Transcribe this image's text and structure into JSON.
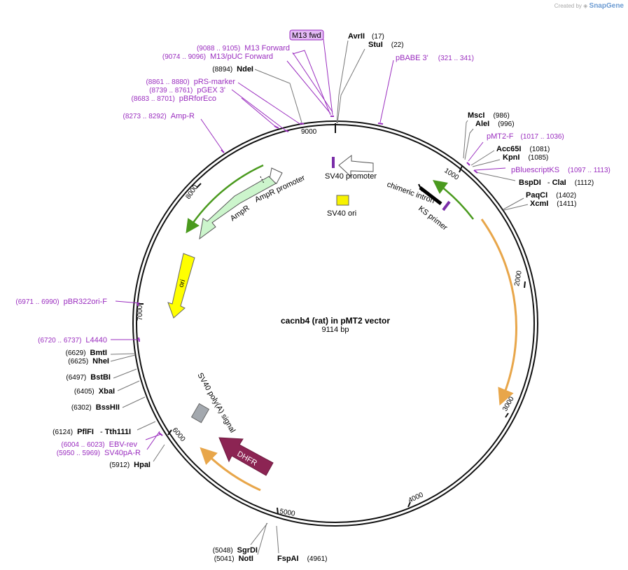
{
  "watermark": {
    "prefix": "Created by",
    "brand": "SnapGene"
  },
  "title": "cacnb4 (rat) in pMT2 vector",
  "length_label": "9114 bp",
  "total_bp": 9114,
  "ticks": [
    "1000",
    "2000",
    "3000",
    "4000",
    "5000",
    "6000",
    "7000",
    "8000",
    "9000"
  ],
  "enzymes": [
    {
      "name": "AvrII",
      "pos": "(17)"
    },
    {
      "name": "StuI",
      "pos": "(22)"
    },
    {
      "name": "MscI",
      "pos": "(986)"
    },
    {
      "name": "AleI",
      "pos": "(996)"
    },
    {
      "name": "Acc65I",
      "pos": "(1081)"
    },
    {
      "name": "KpnI",
      "pos": "(1085)"
    },
    {
      "name": "BspDI",
      "sep": " - ",
      "name2": "ClaI",
      "pos": "(1112)"
    },
    {
      "name": "PaqCI",
      "pos": "(1402)"
    },
    {
      "name": "XcmI",
      "pos": "(1411)"
    },
    {
      "name": "FspAI",
      "pos": "(4961)"
    },
    {
      "name": "NotI",
      "pos": "(5041)"
    },
    {
      "name": "SgrDI",
      "pos": "(5048)"
    },
    {
      "name": "HpaI",
      "pos": "(5912)"
    },
    {
      "name": "PflFI",
      "sep": " - ",
      "name2": "Tth111I",
      "pos": "(6124)"
    },
    {
      "name": "BssHII",
      "pos": "(6302)"
    },
    {
      "name": "XbaI",
      "pos": "(6405)"
    },
    {
      "name": "BstBI",
      "pos": "(6497)"
    },
    {
      "name": "NheI",
      "pos": "(6625)"
    },
    {
      "name": "BmtI",
      "pos": "(6629)"
    },
    {
      "name": "NdeI",
      "pos": "(8894)"
    }
  ],
  "primers": [
    {
      "name": "M13 fwd",
      "boxed": true
    },
    {
      "name": "pBABE 3'",
      "range": "(321 .. 341)"
    },
    {
      "name": "pMT2-F",
      "range": "(1017 .. 1036)"
    },
    {
      "name": "pBluescriptKS",
      "range": "(1097 .. 1113)"
    },
    {
      "name": "EBV-rev",
      "range": "(6004 .. 6023)"
    },
    {
      "name": "SV40pA-R",
      "range": "(5950 .. 5969)"
    },
    {
      "name": "L4440",
      "range": "(6720 .. 6737)"
    },
    {
      "name": "pBR322ori-F",
      "range": "(6971 .. 6990)"
    },
    {
      "name": "Amp-R",
      "range": "(8273 .. 8292)"
    },
    {
      "name": "pBRforEco",
      "range": "(8683 .. 8701)"
    },
    {
      "name": "pGEX 3'",
      "range": "(8739 .. 8761)"
    },
    {
      "name": "pRS-marker",
      "range": "(8861 .. 8880)"
    },
    {
      "name": "M13/pUC Forward",
      "range": "(9074 .. 9096)"
    },
    {
      "name": "M13 Forward",
      "range": "(9088 .. 9105)"
    }
  ],
  "features": [
    {
      "name": "SV40 promoter",
      "color": "#ffffff"
    },
    {
      "name": "SV40 ori",
      "color": "#f7f200"
    },
    {
      "name": "chimeric intron",
      "color": "#000000"
    },
    {
      "name": "KS primer",
      "color": "#7a2da8"
    },
    {
      "name": "AmpR promoter",
      "color": "#ffffff"
    },
    {
      "name": "AmpR",
      "color": "#ccf5cc"
    },
    {
      "name": "ori",
      "color": "#ffff00"
    },
    {
      "name": "SV40 poly(A) signal",
      "color": "#a3a8ae"
    },
    {
      "name": "DHFR",
      "color": "#8c2453"
    }
  ],
  "colors": {
    "primer": "#9a2dbf",
    "orf_orange": "#e8a64a",
    "orf_green": "#4a9a1e",
    "backbone": "#111111"
  }
}
